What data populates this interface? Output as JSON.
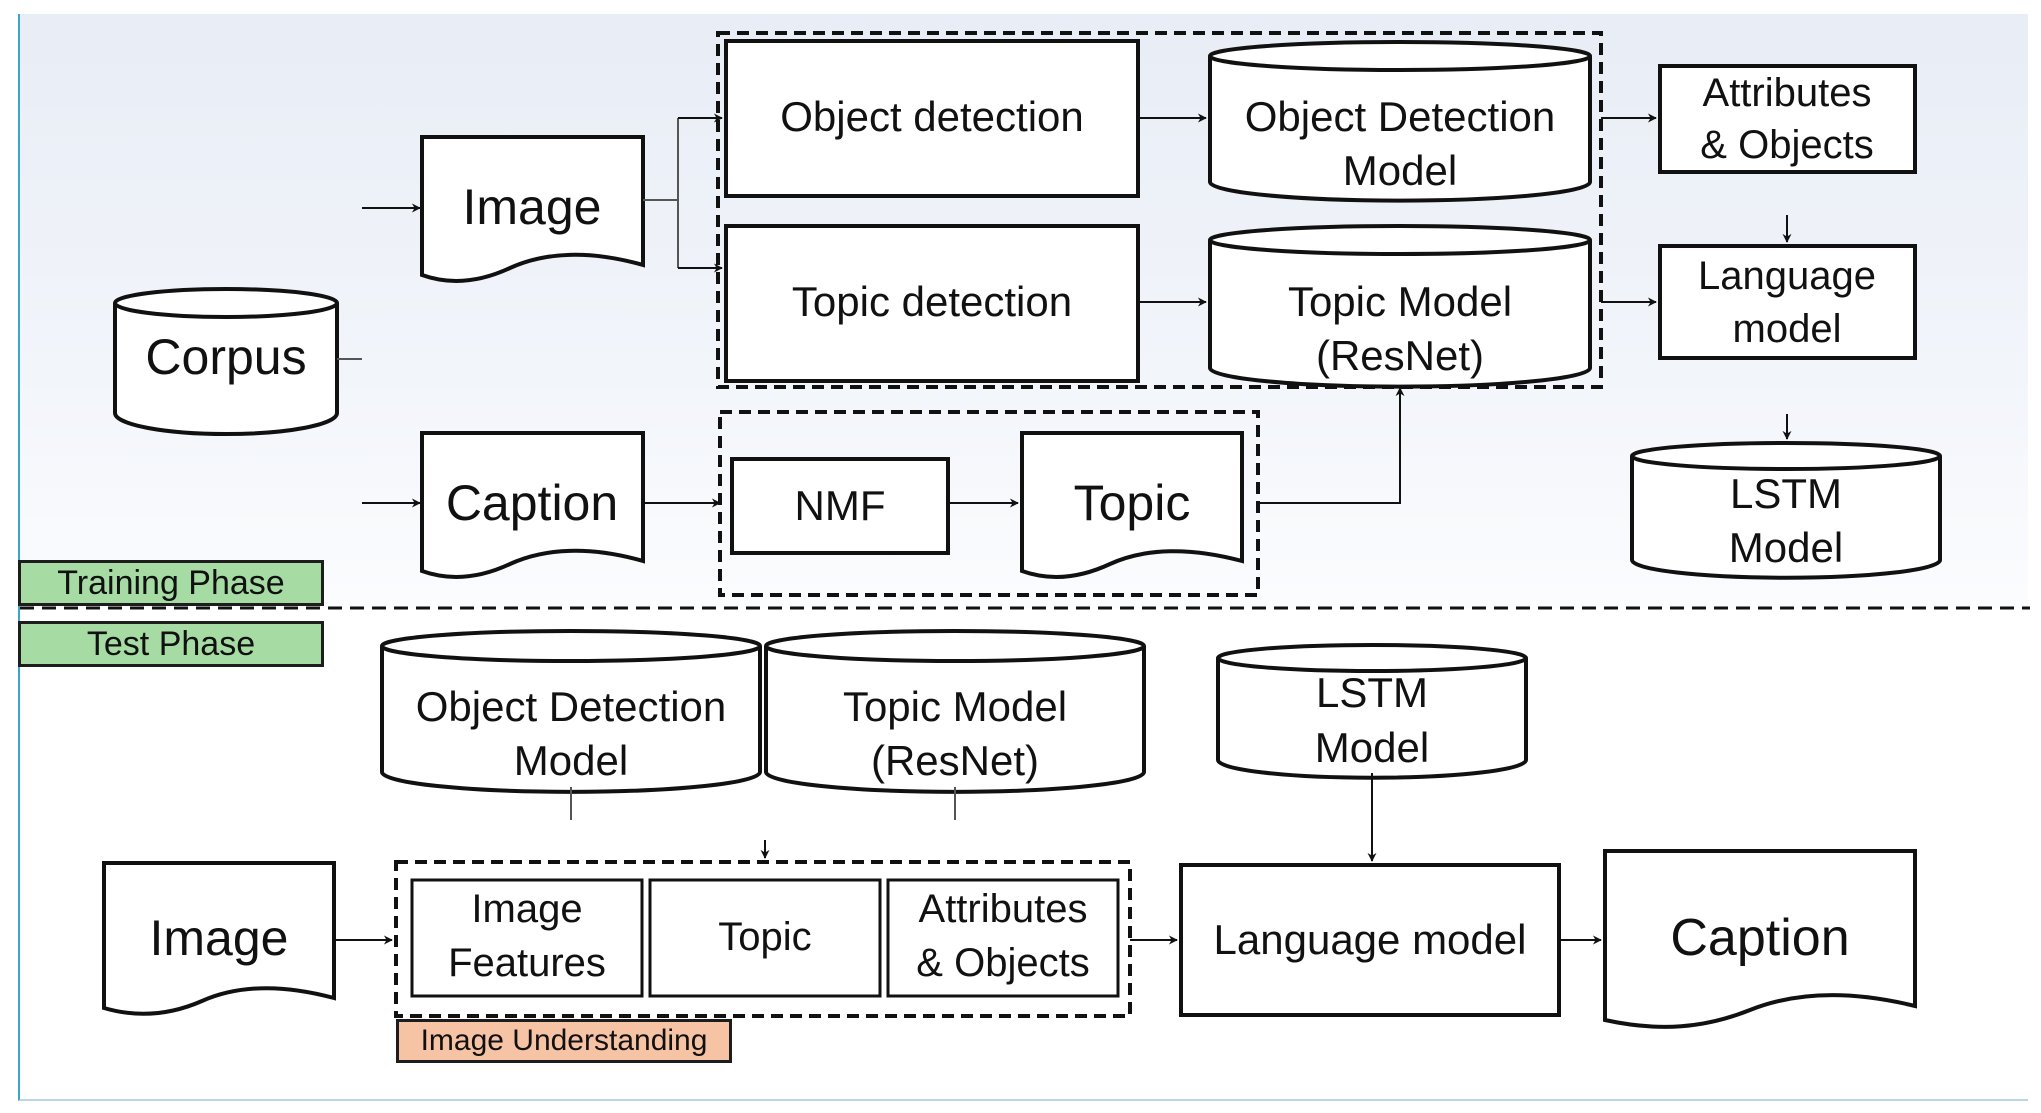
{
  "training": {
    "corpus": "Corpus",
    "image": "Image",
    "caption": "Caption",
    "object_detection": "Object detection",
    "topic_detection": "Topic detection",
    "od_model": [
      "Object Detection",
      "Model"
    ],
    "topic_model": [
      "Topic Model",
      "(ResNet)"
    ],
    "attributes": [
      "Attributes",
      "& Objects"
    ],
    "language_model": [
      "Language",
      "model"
    ],
    "lstm_model": [
      "LSTM",
      "Model"
    ],
    "nmf": "NMF",
    "topic": "Topic",
    "phase_label": "Training Phase"
  },
  "test": {
    "phase_label": "Test Phase",
    "od_model": [
      "Object Detection",
      "Model"
    ],
    "topic_model": [
      "Topic Model",
      "(ResNet)"
    ],
    "lstm_model": [
      "LSTM",
      "Model"
    ],
    "image": "Image",
    "image_features": [
      "Image",
      "Features"
    ],
    "topic": "Topic",
    "attributes": [
      "Attributes",
      "& Objects"
    ],
    "language_model": "Language model",
    "caption": "Caption",
    "understanding_label": "Image Understanding"
  },
  "colors": {
    "training_tag": "#a6dca4",
    "understanding_tag": "#f7c3a5",
    "edge": "#3aa6c8"
  }
}
